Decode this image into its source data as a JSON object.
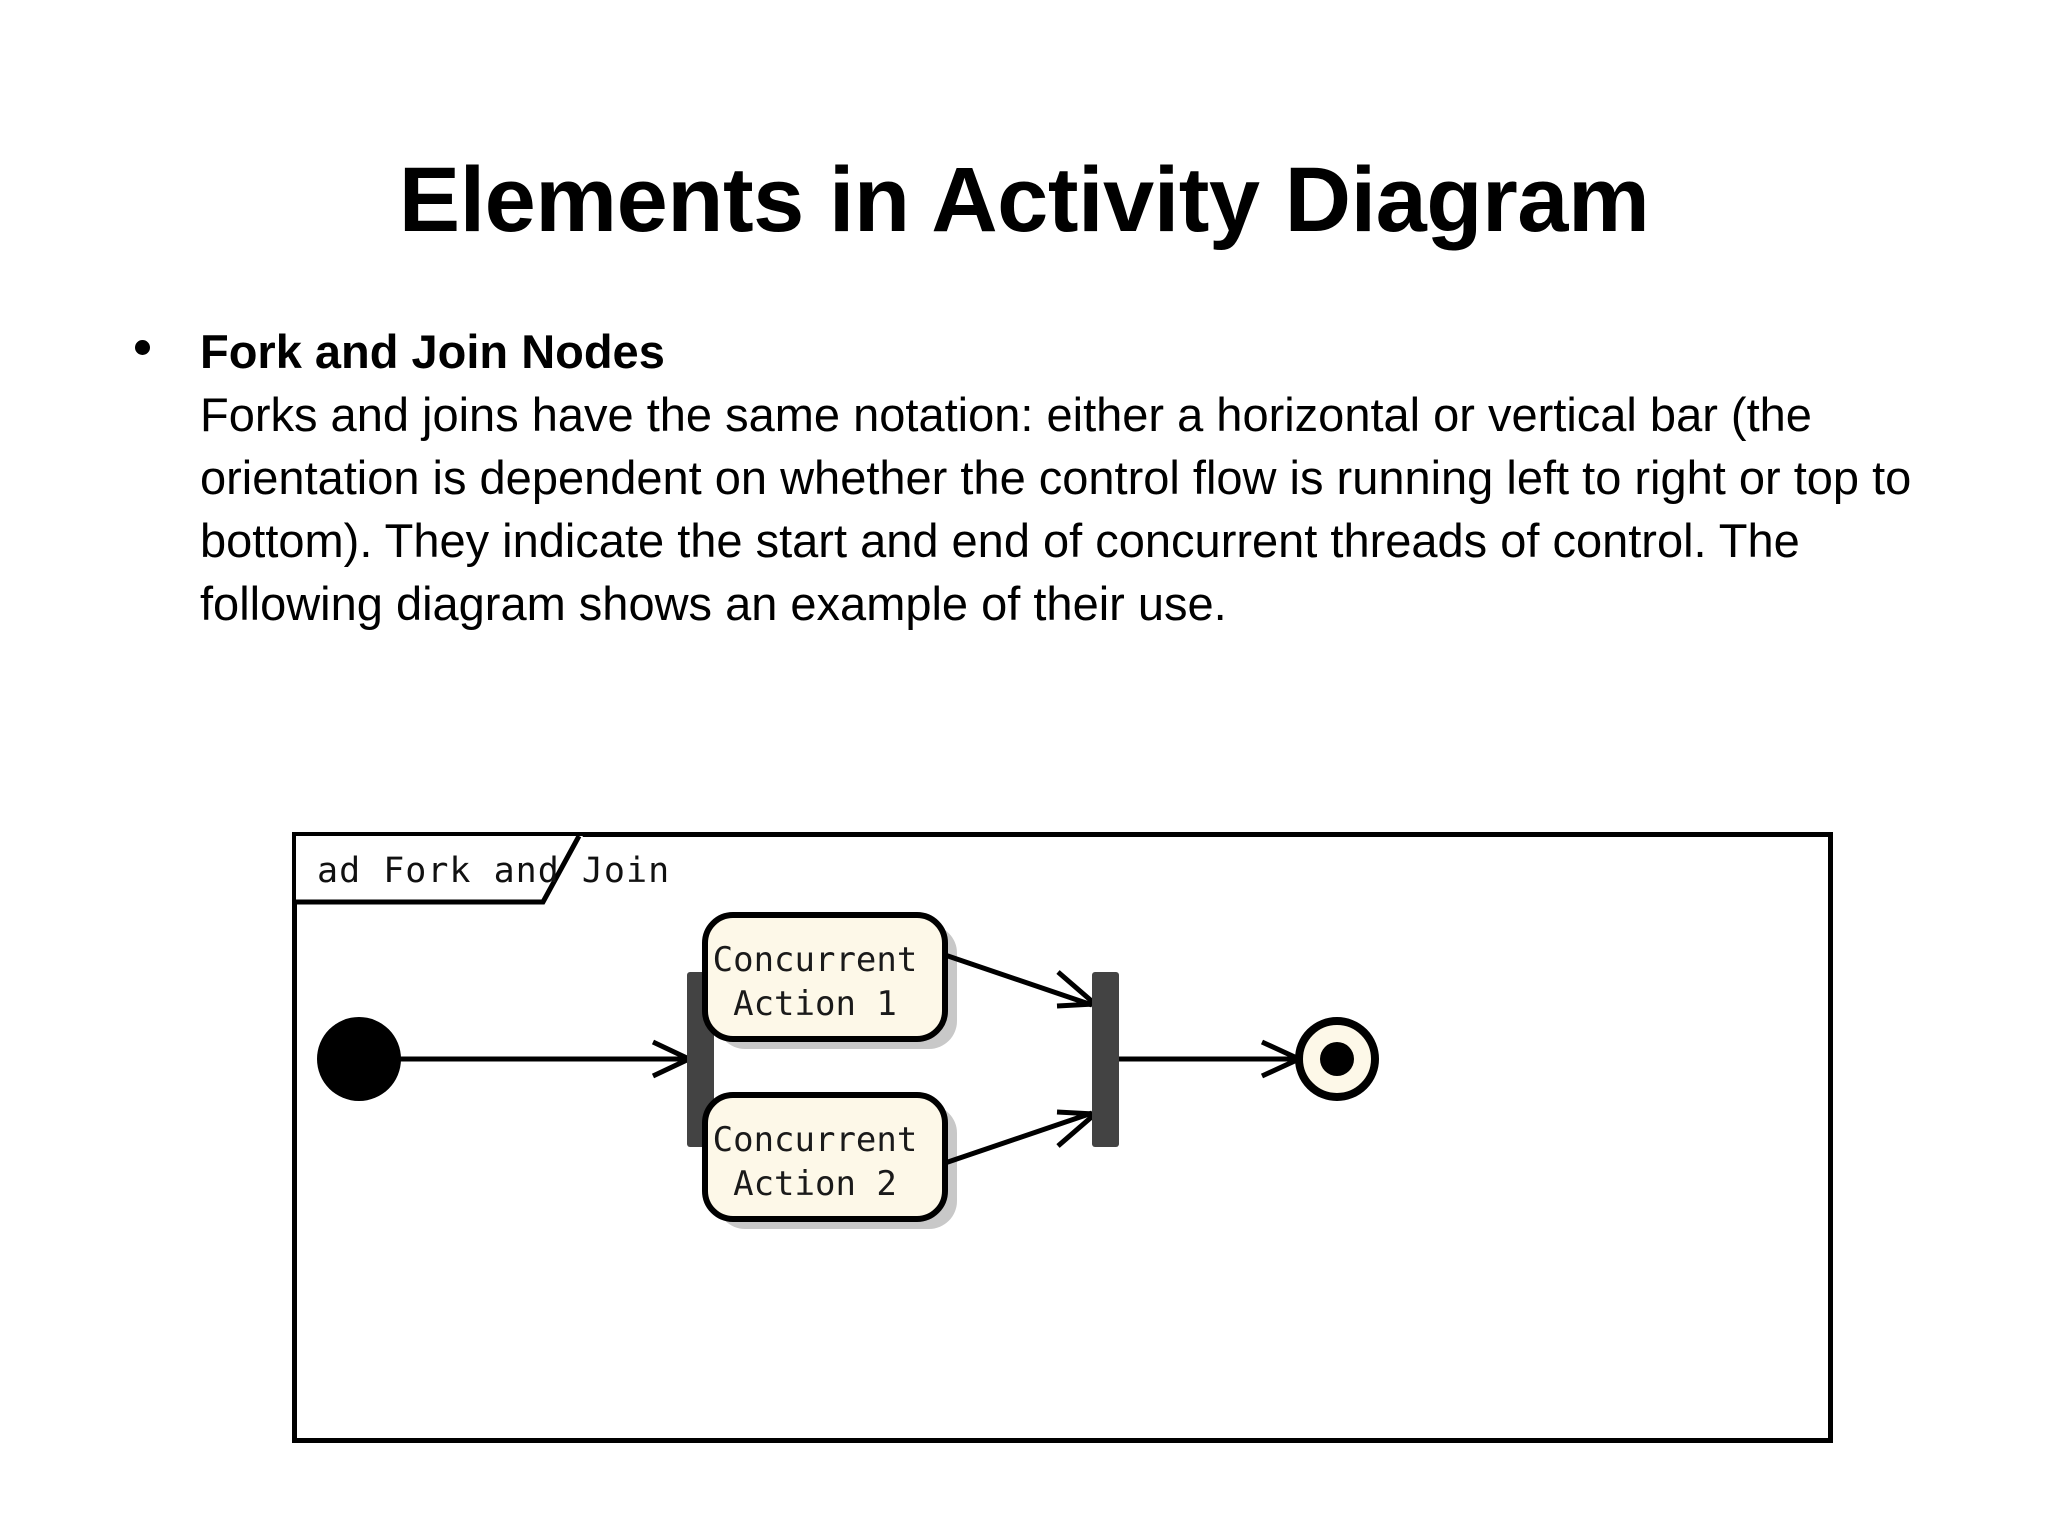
{
  "slide": {
    "title": "Elements in Activity Diagram"
  },
  "body": {
    "bullet_heading": "Fork and Join Nodes",
    "bullet_paragraph": "Forks and joins have the same notation: either a horizontal or vertical bar (the orientation is dependent on whether the control flow is running left to right or top to bottom). They indicate the start and end of concurrent threads of control. The following diagram shows an example of their use."
  },
  "diagram": {
    "frame_label": "ad Fork and Join",
    "nodes": {
      "initial": "initial-node",
      "fork_bar": "fork-node",
      "action_1": "Concurrent\nAction 1",
      "action_2": "Concurrent\nAction 2",
      "join_bar": "join-node",
      "final": "activity-final-node"
    },
    "colors": {
      "node_fill": "#FDF8E8",
      "node_stroke": "#000000",
      "bar_fill": "#434343",
      "shadow": "#C8C8C8",
      "frame_stroke": "#000000",
      "background": "#FFFFFF"
    }
  }
}
